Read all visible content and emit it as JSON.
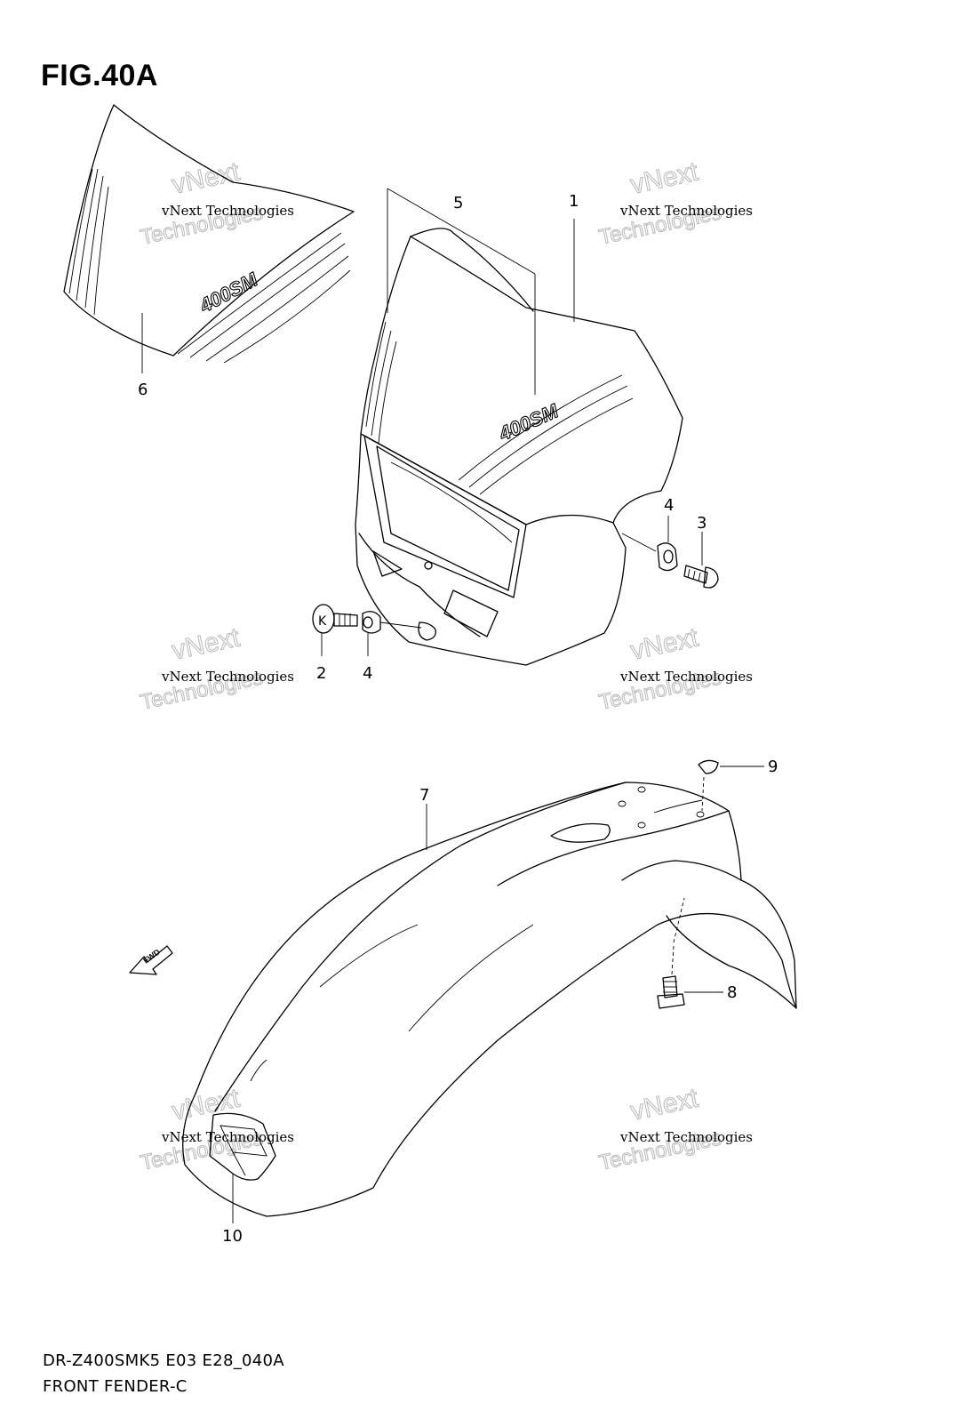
{
  "figure": {
    "title": "FIG.40A",
    "model_code": "DR-Z400SMK5 E03 E28_040A",
    "section_name": "FRONT FENDER-C"
  },
  "callouts": {
    "p1": "1",
    "p2": "2",
    "p3": "3",
    "p4a": "4",
    "p4b": "4",
    "p5": "5",
    "p6": "6",
    "p7": "7",
    "p8": "8",
    "p9": "9",
    "p10": "10"
  },
  "decals": {
    "model_decal_a": "400SM",
    "model_decal_b": "400SM",
    "fwd_arrow": "FWD"
  },
  "watermark": {
    "line1": "vNext Technologies",
    "line2": "vNext",
    "line3": "Technologies"
  }
}
